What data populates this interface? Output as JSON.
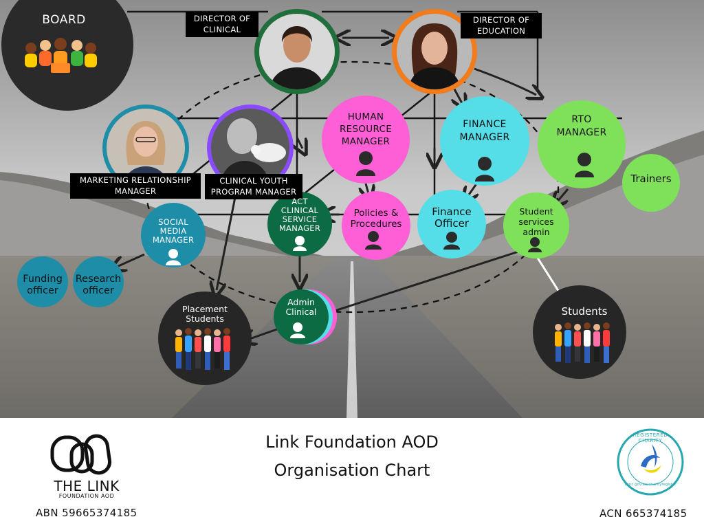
{
  "board": {
    "label": "BOARD"
  },
  "directors": {
    "clinical": "DIRECTOR OF CLINICAL",
    "education": "DIRECTOR OF EDUCATION"
  },
  "managers": {
    "marketing": "MARKETING RELATIONSHIP MANAGER",
    "youth": "CLINICAL YOUTH PROGRAM MANAGER",
    "hr": "HUMAN RESOURCE MANAGER",
    "finance": "FINANCE MANAGER",
    "rto": "RTO MANAGER"
  },
  "roles": {
    "trainers": "Trainers",
    "social": "SOCIAL MEDIA MANAGER",
    "act": "ACT CLINICAL SERVICE MANAGER",
    "policies": "Policies & Procedures",
    "finance_officer": "Finance Officer",
    "student_admin": "Student services admin",
    "funding": "Funding officer",
    "research": "Research officer",
    "admin_clinical": "Admin Clinical",
    "placement": "Placement Students",
    "students": "Students"
  },
  "footer": {
    "title_line1": "Link Foundation AOD",
    "title_line2": "Organisation Chart",
    "logo_text": "THE LINK",
    "logo_sub": "FOUNDATION AOD",
    "abn": "ABN 59665374185",
    "acn": "ACN 665374185",
    "badge_top": "REGISTERED CHARITY",
    "badge_bottom": "acnc.gov.au/charityregister"
  },
  "colors": {
    "pink": "#ff5fd6",
    "cyan": "#55dde8",
    "green": "#7fe05a",
    "teal": "#1e8ea8",
    "dark_green": "#0d6b44",
    "dark": "#262626",
    "orange": "#f07c1e",
    "purple": "#8a4bff"
  },
  "icons": [
    "person-icon",
    "people-group-icon",
    "link-logo-icon",
    "charity-badge-icon"
  ]
}
